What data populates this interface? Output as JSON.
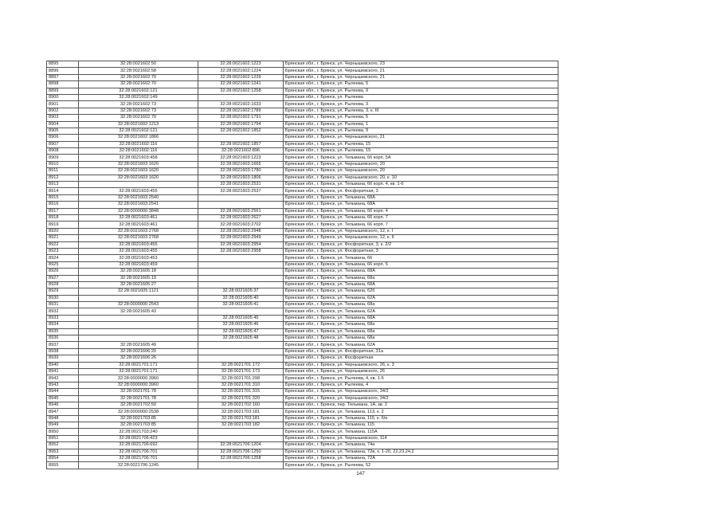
{
  "rows": [
    [
      "8895",
      "32:28:0021602:50",
      "32:28:0021602:1223",
      "Брянская обл., г. Брянск, ул. Чернышевского, 23"
    ],
    [
      "8896",
      "32:28:0021602:58",
      "32:28:0021602:1224",
      "Брянская обл., г. Брянск, ул. Чернышевского, 21"
    ],
    [
      "8897",
      "32:28:0021602:70",
      "32:28:0021602:1239",
      "Брянская обл., г. Брянск, ул. Чернышевского, 21"
    ],
    [
      "8898",
      "32:28:0021602:70",
      "32:28:0021602:1241",
      "Брянская обл., г. Брянск, ул. Рылеева, 5"
    ],
    [
      "8899",
      "32:28:0021602:121",
      "32:28:0021602:1258",
      "Брянская обл., г. Брянск, ул. Рылеева, 9"
    ],
    [
      "8900",
      "32:28:0021602:149",
      "",
      "Брянская обл., г. Брянск, ул. Рылеева"
    ],
    [
      "8901",
      "32:28:0021602:73",
      "32:28:0021602:1633",
      "Брянская обл., г. Брянск, ул. Рылеева, 3"
    ],
    [
      "8902",
      "32:28:0021602:73",
      "32:28:0021602:1789",
      "Брянская обл., г. Брянск, ул. Рылеева, 3, к. III"
    ],
    [
      "8903",
      "32:28:0021602:70",
      "32:28:0021602:1791",
      "Брянская обл., г. Брянск, ул. Рылеева, 5"
    ],
    [
      "8904",
      "32:28:0021602:1213",
      "32:28:0021602:1794",
      "Брянская обл., г. Брянск, ул. Рылеева, 1"
    ],
    [
      "8905",
      "32:28:0021602:121",
      "32:28:0021602:1852",
      "Брянская обл., г. Брянск, ул. Рылеева, 9"
    ],
    [
      "8906",
      "32:28:0021602:1866",
      "",
      "Брянская обл., г. Брянск, ул. Чернышевского, 21"
    ],
    [
      "8907",
      "32:28:0021602:116",
      "32:28:0021602:1857",
      "Брянская обл., г. Брянск, ул. Рылеева, 15"
    ],
    [
      "8908",
      "32:28:0021602:116",
      "32:28:0021602:896",
      "Брянская обл., г. Брянск, ул. Рылеева, 15"
    ],
    [
      "8909",
      "32:28:0021603:458",
      "32:28:0021603:1223",
      "Брянская обл., г. Брянск, ул. Тельмана, 66 корп. 5А"
    ],
    [
      "8910",
      "32:28:0021603:1620",
      "32:28:0021603:1665",
      "Брянская обл., г. Брянск, ул. Чернышевского, 20"
    ],
    [
      "8911",
      "32:28:0021603:1620",
      "32:28:0021603:1780",
      "Брянская обл., г. Брянск, ул. Чернышевского, 20"
    ],
    [
      "8912",
      "32:28:0021603:1620",
      "32:28:0021603:1806",
      "Брянская обл., г. Брянск, ул. Чернышевского, 20, к. 10"
    ],
    [
      "8913",
      "",
      "32:28:0021603:2531",
      "Брянская обл., г. Брянск, ул. Тельмана, 66 корп. 4, кв. 1-6"
    ],
    [
      "8914",
      "32:28:0021603:455",
      "32:28:0021603:2537",
      "Брянская обл., г. Брянск, ул. Фосфоритная, 3"
    ],
    [
      "8915",
      "32:28:0021603:2540",
      "",
      "Брянская обл., г. Брянск, ул. Тельмана, 68А"
    ],
    [
      "8916",
      "32:28:0021603:2541",
      "",
      "Брянская обл., г. Брянск, ул. Тельмана, 68А"
    ],
    [
      "8917",
      "32:28:0000000:3848",
      "32:28:0021603:2561",
      "Брянская обл., г. Брянск, ул. Тельмана, 66 корп. 4"
    ],
    [
      "8918",
      "32:28:0021603:461",
      "32:28:0021603:2627",
      "Брянская обл., г. Брянск, ул. Тельмана, 66 корп. 7"
    ],
    [
      "8919",
      "32:28:0021603:461",
      "32:28:0021603:2702",
      "Брянская обл., г. Брянск, ул. Тельмана, 66 корп. 7"
    ],
    [
      "8920",
      "32:28:0021603:2768",
      "32:28:0021603:2948",
      "Брянская обл., г. Брянск, ул. Чернышевского, 12, к. I"
    ],
    [
      "8921",
      "32:28:0021603:2768",
      "32:28:0021603:2949",
      "Брянская обл., г. Брянск, ул. Чернышевского, 12, к. II"
    ],
    [
      "8922",
      "32:28:0021603:455",
      "32:28:0021603:2954",
      "Брянская обл., г. Брянск, ул. Фосфоритная, 3, к. 2/2"
    ],
    [
      "8923",
      "32:28:0021603:455",
      "32:28:0021603:2958",
      "Брянская обл., г. Брянск, ул. Фосфоритная, 3"
    ],
    [
      "8924",
      "32:28:0021603:453",
      "",
      "Брянская обл., г. Брянск, ул. Тельмана, 66"
    ],
    [
      "8925",
      "32:28:0021603:459",
      "",
      "Брянская обл., г. Брянск, ул. Тельмана, 66 корп. 5"
    ],
    [
      "8926",
      "32:28:0021605:18",
      "",
      "Брянская обл., г. Брянск, ул. Тельмана, 68А"
    ],
    [
      "8927",
      "32:28:0021605:19",
      "",
      "Брянская обл., г. Брянск, ул. Тельмана, 68а"
    ],
    [
      "8928",
      "32:28:0021605:27",
      "",
      "Брянская обл., г. Брянск, ул. Тельмана, 68А"
    ],
    [
      "8929",
      "32:28:0021605:1121",
      "32:28:0021605:37",
      "Брянская обл., г. Брянск, ул. Тельмана, 62б"
    ],
    [
      "8930",
      "",
      "32:28:0021605:40",
      "Брянская обл., г. Брянск, ул. Тельмана, 62А"
    ],
    [
      "8931",
      "32:28:0000000:2543",
      "32:28:0021605:41",
      "Брянская обл., г. Брянск, ул. Тельмана, 68а"
    ],
    [
      "8932",
      "32:28:0021605:43",
      "",
      "Брянская обл., г. Брянск, ул. Тельмана, 62А"
    ],
    [
      "8933",
      "",
      "32:28:0021605:45",
      "Брянская обл., г. Брянск, ул. Тельмана, 68А"
    ],
    [
      "8934",
      "",
      "32:28:0021605:46",
      "Брянская обл., г. Брянск, ул. Тельмана, 68а"
    ],
    [
      "8935",
      "",
      "32:28:0021605:47",
      "Брянская обл., г. Брянск, ул. Тельмана, 68а"
    ],
    [
      "8936",
      "",
      "32:28:0021605:48",
      "Брянская обл., г. Брянск, ул. Тельмана, 68а"
    ],
    [
      "8937",
      "32:28:0021605:49",
      "",
      "Брянская обл., г. Брянск, ул. Тельмана, 62А"
    ],
    [
      "8938",
      "32:28:0021606:20",
      "",
      "Брянская обл., г. Брянск, ул. Фосфоритная, 31а"
    ],
    [
      "8939",
      "32:28:0021606:26",
      "",
      "Брянская обл., г. Брянск, ул. Фосфоритная"
    ],
    [
      "8940",
      "32:28:0021701:171",
      "32:28:0021701:172",
      "Брянская обл., г. Брянск, ул. Чернышевского, 26, к. 3"
    ],
    [
      "8941",
      "32:28:0021701:171",
      "32:28:0021701:173",
      "Брянская обл., г. Брянск, ул. Чернышевского, 26"
    ],
    [
      "8942",
      "32:28:0000000:3960",
      "32:28:0021701:298",
      "Брянская обл., г. Брянск, ул. Рылеева, 4, кв. 1-5"
    ],
    [
      "8943",
      "32:28:0000000:3960",
      "32:28:0021701:310",
      "Брянская обл., г. Брянск, ул. Рылеева, 4"
    ],
    [
      "8944",
      "32:28:0021701:78",
      "32:28:0021701:315",
      "Брянская обл., г. Брянск, ул. Чернышевского, 34/2"
    ],
    [
      "8945",
      "32:28:0021701:78",
      "32:28:0021701:320",
      "Брянская обл., г. Брянск, ул. Чернышевского, 34/2"
    ],
    [
      "8946",
      "32:28:0021702:50",
      "32:28:0021702:160",
      "Брянская обл., г. Брянск, пер. Тельмана, 1А, кв. 2"
    ],
    [
      "8947",
      "32:28:0000000:2538",
      "32:28:0021703:181",
      "Брянская обл., г. Брянск, ул. Тельмана, 113, к. 2"
    ],
    [
      "8948",
      "32:28:0021703:85",
      "32:28:0021703:181",
      "Брянская обл., г. Брянск, ул. Тельмана, 115, к. 6/н"
    ],
    [
      "8949",
      "32:28:0021703:85",
      "32:28:0021703:182",
      "Брянская обл., г. Брянск, ул. Тельмана, 115"
    ],
    [
      "8950",
      "32:28:0021703:240",
      "",
      "Брянская обл., г. Брянск, ул. Тельмана, 115А"
    ],
    [
      "8951",
      "32:28:0021706:423",
      "",
      "Брянская обл., г. Брянск, ул. Чернышевского, 114"
    ],
    [
      "8952",
      "32:28:0021706:692",
      "32:28:0021706:1204",
      "Брянская обл., г. Брянск, ул. Тельмана, 74а"
    ],
    [
      "8953",
      "32:28:0021706:701",
      "32:28:0021706:1250",
      "Брянская обл., г. Брянск, ул. Тельмана, 72в, к. 1-20, 22,23,24,2"
    ],
    [
      "8954",
      "32:28:0021706:701",
      "32:28:0021706:1258",
      "Брянская обл., г. Брянск, ул. Тельмана, 72А"
    ],
    [
      "8955",
      "32:28:0021706:1245",
      "",
      "Брянская обл., г. Брянск, ул. Рылеева, 52"
    ]
  ],
  "page_number": "147"
}
